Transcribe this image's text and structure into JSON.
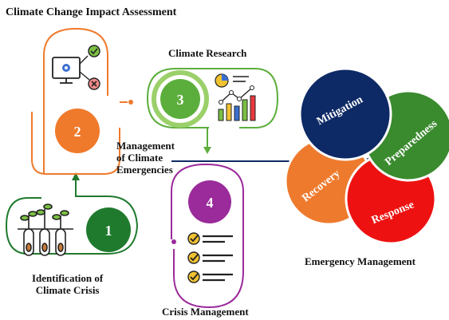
{
  "title": "Climate Change Impact Assessment",
  "stages": [
    {
      "number": "1",
      "label": "Identification of Climate Crisis",
      "color": "#1f7a2e"
    },
    {
      "number": "2",
      "label": "Climate Change Impact Assessment",
      "color": "#ef7a2b"
    },
    {
      "number": "3",
      "label": "Climate Research",
      "color": "#5cae3c"
    },
    {
      "number": "4",
      "label": "Crisis Management",
      "color": "#9b2a9b"
    }
  ],
  "center_label": [
    "Management",
    "of Climate",
    "Emergencies"
  ],
  "stage1_label": [
    "Identification of",
    "Climate Crisis"
  ],
  "cycle": {
    "title": "Emergency Management",
    "phases": [
      {
        "label": "Mitigation",
        "color": "#0d2a66"
      },
      {
        "label": "Preparedness",
        "color": "#3a8a2e"
      },
      {
        "label": "Response",
        "color": "#ee1111"
      },
      {
        "label": "Recovery",
        "color": "#ee7a2e"
      }
    ]
  },
  "icons": {
    "stage1": "sprouting-plants-in-test-tubes-icon",
    "stage2": "computer-check-cross-icon",
    "stage3": "analytics-charts-icon",
    "stage4": "checklist-icon"
  }
}
